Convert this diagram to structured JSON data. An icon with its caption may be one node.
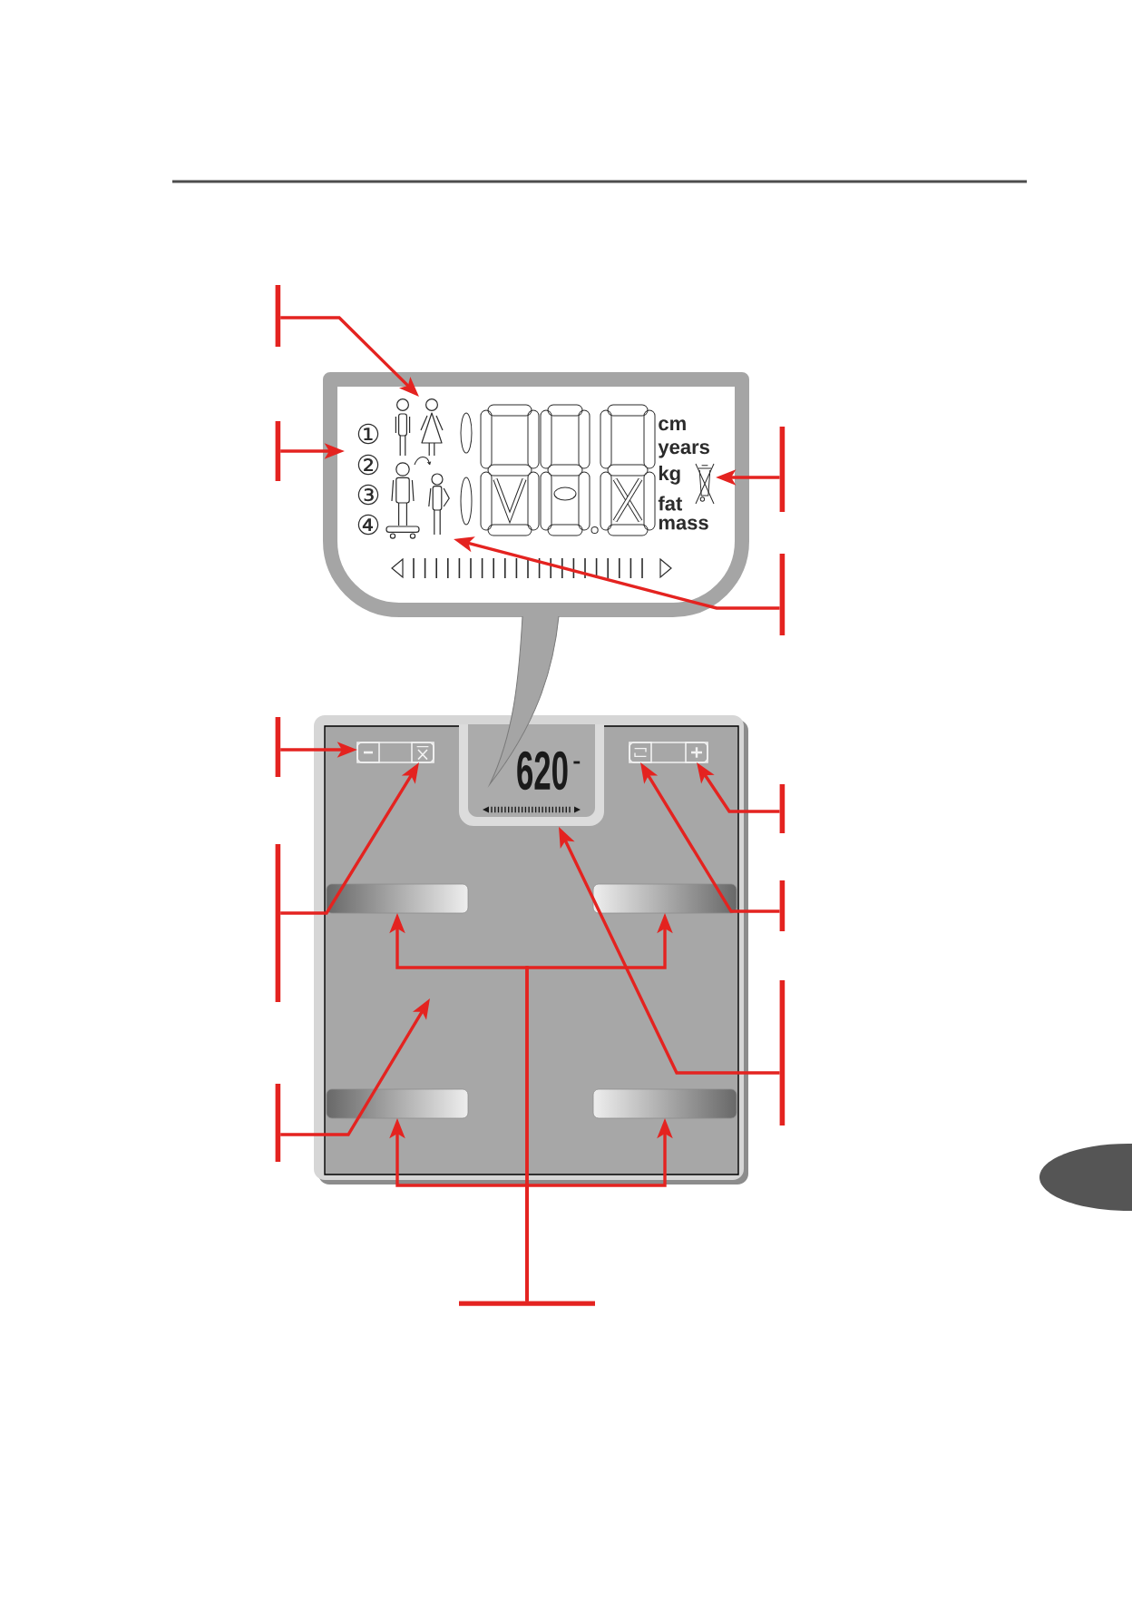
{
  "diagram": {
    "nodes": [
      {
        "text": [],
        "shape": "bar"
      },
      {
        "text": [],
        "shape": "bar"
      },
      {
        "text": [
          "①",
          "②",
          "③",
          "④",
          "cm",
          "years",
          "kg",
          "fat mass"
        ]
      },
      {
        "text": [],
        "shape": "picture",
        "in": 2
      },
      {
        "text": [],
        "shape": "picture",
        "in": 2
      },
      {
        "text": [],
        "shape": "picture",
        "in": 2
      },
      {
        "text": [],
        "shape": "picture",
        "in": 2
      },
      {
        "text": [],
        "shape": "bar"
      },
      {
        "text": [],
        "shape": "bar"
      },
      {
        "text": [],
        "shape": "box"
      },
      {
        "text": [],
        "shape": "box",
        "in": 9
      },
      {
        "text": [],
        "shape": "box",
        "in": 9
      },
      {
        "text": [
          "620"
        ],
        "in": 9
      },
      {
        "text": [],
        "shape": "box",
        "in": 9
      },
      {
        "text": [],
        "shape": "box",
        "in": 9
      },
      {
        "text": [],
        "shape": "bar",
        "in": 9
      },
      {
        "text": [],
        "shape": "bar",
        "in": 9
      },
      {
        "text": [],
        "shape": "bar",
        "in": 9
      },
      {
        "text": [],
        "shape": "bar",
        "in": 9
      },
      {
        "text": [],
        "shape": "bar"
      },
      {
        "text": [],
        "shape": "bar"
      },
      {
        "text": [],
        "shape": "bar"
      },
      {
        "text": [],
        "shape": "bar"
      },
      {
        "text": [],
        "shape": "bar"
      },
      {
        "text": [],
        "shape": "bar"
      },
      {
        "text": [],
        "shape": "bar"
      }
    ],
    "edges": [
      {
        "from": 0,
        "to": 3,
        "arrow": "to"
      },
      {
        "from": 1,
        "to": 2,
        "arrow": "to"
      },
      {
        "from": 7,
        "to": 6,
        "arrow": "to"
      },
      {
        "from": 8,
        "to": 5,
        "arrow": "to"
      },
      {
        "from": 19,
        "to": 10,
        "arrow": "to"
      },
      {
        "from": 20,
        "to": 11,
        "arrow": "to"
      },
      {
        "from": 21,
        "to": 9,
        "arrow": "to"
      },
      {
        "from": 22,
        "to": 14,
        "arrow": "to"
      },
      {
        "from": 23,
        "to": 13,
        "arrow": "to"
      },
      {
        "from": 24,
        "to": 12,
        "arrow": "to"
      },
      {
        "from": 25,
        "to": 15,
        "arrow": "to"
      },
      {
        "from": 25,
        "to": 16,
        "arrow": "to"
      },
      {
        "from": 25,
        "to": 17,
        "arrow": "to"
      },
      {
        "from": 25,
        "to": 18,
        "arrow": "to"
      },
      {
        "from": 4,
        "to": 5,
        "arrow": "to",
        "color": "#2b2b2b"
      }
    ]
  }
}
